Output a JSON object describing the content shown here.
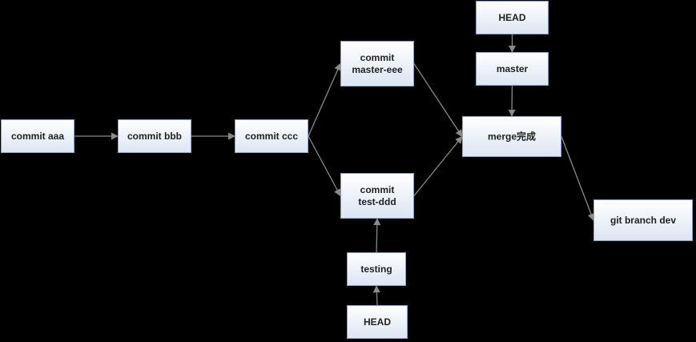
{
  "nodes": [
    {
      "id": "aaa",
      "name": "node-commit-aaa",
      "lines": [
        "commit aaa"
      ]
    },
    {
      "id": "bbb",
      "name": "node-commit-bbb",
      "lines": [
        "commit bbb"
      ]
    },
    {
      "id": "ccc",
      "name": "node-commit-ccc",
      "lines": [
        "commit ccc"
      ]
    },
    {
      "id": "eee",
      "name": "node-commit-master-eee",
      "lines": [
        "commit",
        "master-eee"
      ]
    },
    {
      "id": "ddd",
      "name": "node-commit-test-ddd",
      "lines": [
        "commit",
        "test-ddd"
      ]
    },
    {
      "id": "head_top",
      "name": "node-head-top",
      "lines": [
        "HEAD"
      ]
    },
    {
      "id": "master",
      "name": "node-master",
      "lines": [
        "master"
      ]
    },
    {
      "id": "merge",
      "name": "node-merge-complete",
      "lines": [
        "merge完成"
      ]
    },
    {
      "id": "testing",
      "name": "node-testing",
      "lines": [
        "testing"
      ]
    },
    {
      "id": "head_bottom",
      "name": "node-head-bottom",
      "lines": [
        "HEAD"
      ]
    },
    {
      "id": "dev",
      "name": "node-git-branch-dev",
      "lines": [
        "git branch dev"
      ]
    }
  ],
  "edges": [
    {
      "from": "aaa",
      "to": "bbb"
    },
    {
      "from": "bbb",
      "to": "ccc"
    },
    {
      "from": "ccc",
      "to": "eee"
    },
    {
      "from": "ccc",
      "to": "ddd"
    },
    {
      "from": "eee",
      "to": "merge"
    },
    {
      "from": "ddd",
      "to": "merge"
    },
    {
      "from": "head_top",
      "to": "master"
    },
    {
      "from": "master",
      "to": "merge"
    },
    {
      "from": "testing",
      "to": "ddd"
    },
    {
      "from": "head_bottom",
      "to": "testing"
    },
    {
      "from": "merge",
      "to": "dev"
    }
  ]
}
